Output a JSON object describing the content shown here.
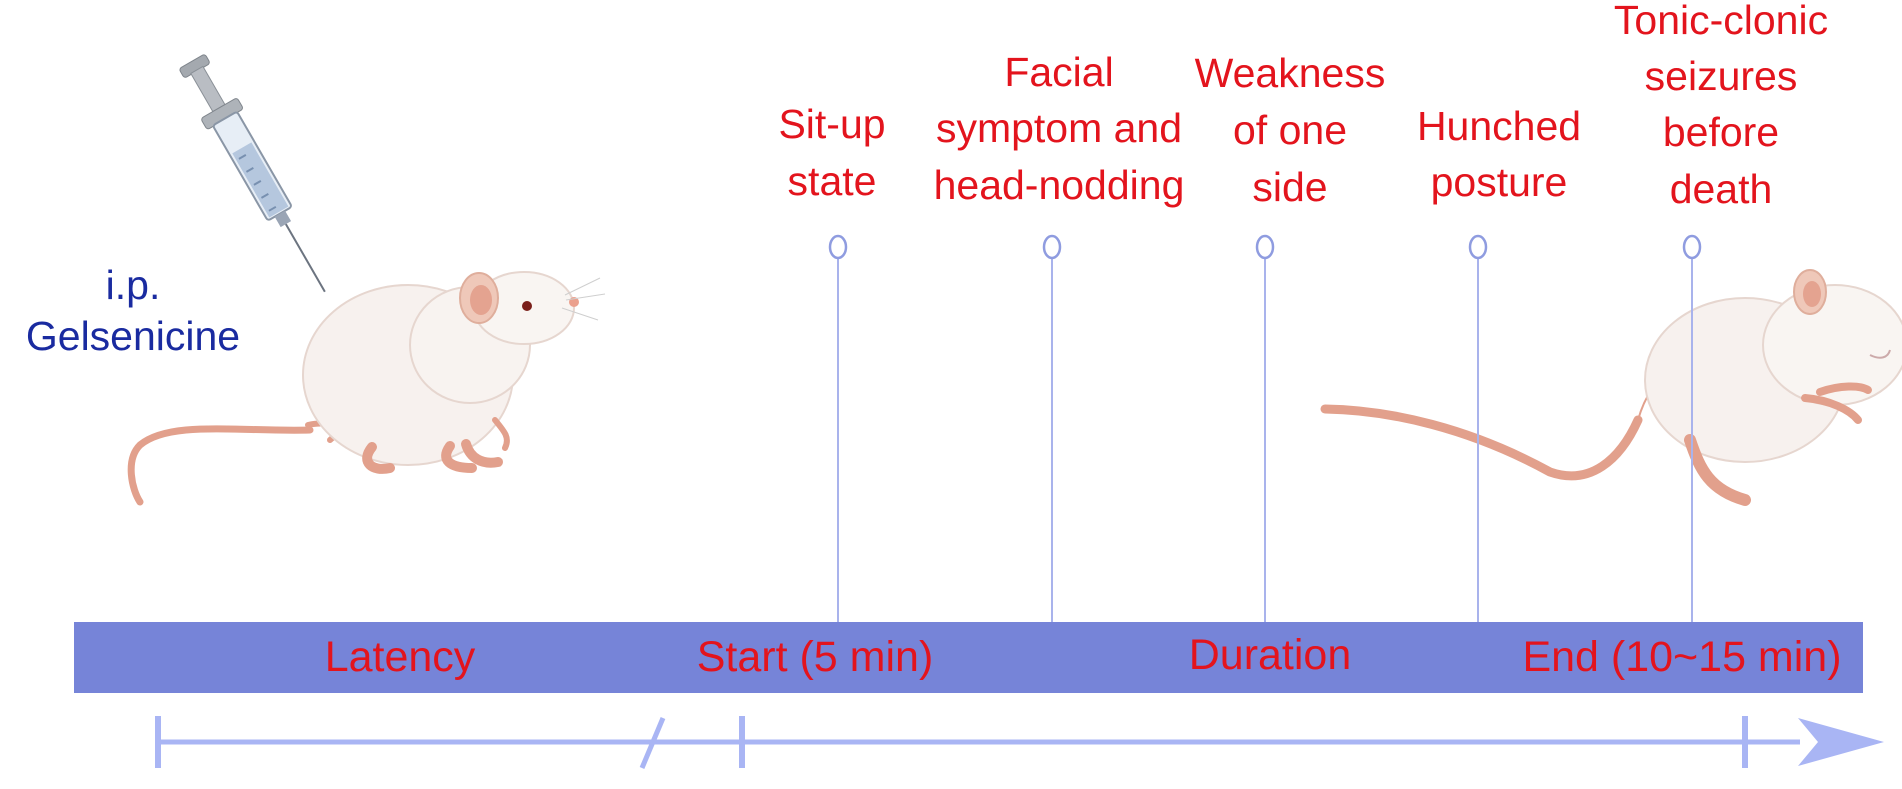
{
  "injection": {
    "route": "i.p.",
    "compound": "Gelsenicine"
  },
  "symptoms": [
    {
      "lines": [
        "Sit-up",
        "state"
      ]
    },
    {
      "lines": [
        "Facial",
        "symptom and",
        "head-nodding"
      ]
    },
    {
      "lines": [
        "Weakness",
        "of one",
        "side"
      ]
    },
    {
      "lines": [
        "Hunched",
        "posture"
      ]
    },
    {
      "lines": [
        "Tonic-clonic",
        "seizures",
        "before",
        "death"
      ]
    }
  ],
  "timeline": {
    "latency": "Latency",
    "start": "Start (5 min)",
    "duration": "Duration",
    "end": "End (10~15 min)"
  },
  "colors": {
    "symptom_text": "#e3141d",
    "injection_text": "#1a2ba0",
    "timeline_bar": "#7684d8",
    "marker_line": "#a9b3ec",
    "axis_arrow": "#a9b5f4"
  }
}
